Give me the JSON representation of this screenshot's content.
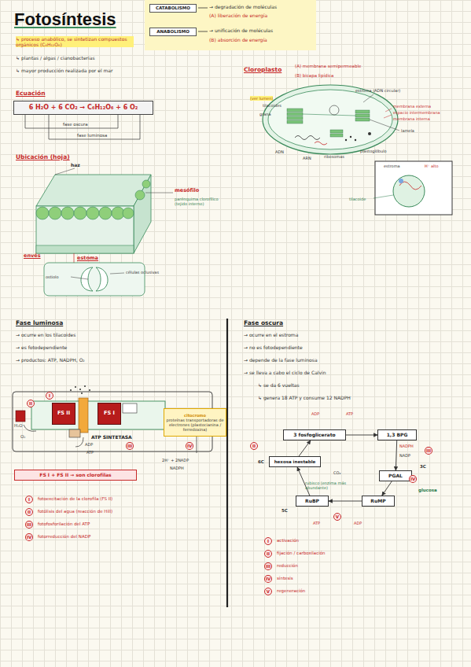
{
  "diagram": {
    "title": "Fotosíntesis",
    "nodes": [
      {
        "text": [
          "CATABOLISMO"
        ]
      },
      {
        "text": [
          "ANABOLISMO"
        ]
      },
      {
        "text": [
          "6 H₂O + 6 CO₂ → C₆H₁₂O₆ + 6 O₂"
        ]
      },
      {
        "text": [
          "FS II"
        ]
      },
      {
        "text": [
          "FS I"
        ]
      },
      {
        "text": [
          "citocromo",
          "proteínas transportadoras de electrones (plastocianina / ferredoxina)"
        ]
      },
      {
        "text": [
          "FS I + FS II → son clorofilas"
        ]
      },
      {
        "text": [
          "3 fosfoglicerato"
        ]
      },
      {
        "text": [
          "1,3 BPG"
        ]
      },
      {
        "text": [
          "PGAL"
        ]
      },
      {
        "text": [
          "RuMP"
        ]
      },
      {
        "text": [
          "RuBP"
        ]
      },
      {
        "text": [
          "hexosa inestable"
        ]
      }
    ],
    "edges": [
      {
        "from": 7,
        "to": 8,
        "arrow": "to"
      },
      {
        "from": 8,
        "to": 9,
        "arrow": "to"
      },
      {
        "from": 9,
        "to": 10,
        "arrow": "to"
      },
      {
        "from": 10,
        "to": 11,
        "arrow": "to"
      },
      {
        "from": 11,
        "to": 12,
        "arrow": "to"
      },
      {
        "from": 12,
        "to": 7,
        "arrow": "to"
      }
    ],
    "labels": [
      "↳ proceso anabólico, se sintetizan compuestos orgánicos (C₆H₁₂O₆)",
      "↳ plantas / algas / cianobacterias",
      "↳ mayor producción realizada por el mar",
      "→ degradación de moléculas",
      "(A) liberación de energía",
      "→ unificación de moléculas",
      "(B) absorción de energía",
      "Ecuación",
      "fase oscura",
      "fase luminosa",
      "Ubicación (hoja)",
      "haz",
      "mesófilo",
      "parénquima clorofílico (tejido interno)",
      "envés",
      "estoma",
      "ostiolo",
      "células oclusivas",
      "Cloroplasto",
      "(A) membrana semipermeable",
      "(B) bicapa lipídica",
      "estroma (ADN circular)",
      "(ver lumen)",
      "tilacoides",
      "grana",
      "membrana externa",
      "espacio intermembrana",
      "membrana interna",
      "lamela",
      "ADN",
      "ARN",
      "ribosomas",
      "plastoglóbulo",
      "estroma",
      "H⁺ alto",
      "tilacoide",
      "Fase luminosa",
      "→ ocurre en los tilacoides",
      "→ es fotodependiente",
      "→ productos: ATP, NADPH, O₂",
      "II",
      "H₂O",
      "O₂",
      "I",
      "ADP",
      "ATP SINTETASA",
      "ATP",
      "III",
      "IV",
      "2H⁺ + 2NADP",
      "NADPH",
      "I",
      "fotoexcitación de la clorofila (FS II)",
      "II",
      "fotólisis del agua (reacción de Hill)",
      "III",
      "fotofosforilación del ATP",
      "IV",
      "fotorreducción del NADP",
      "Fase oscura",
      "→ ocurre en el estroma",
      "→ no es fotodependiente",
      "→ depende de la fase luminosa",
      "→ se lleva a cabo el ciclo de Calvin",
      "↳ se da 6 vueltas",
      "↳ genera 18 ATP y consume 12 NADPH",
      "ATP",
      "ADP",
      "III",
      "NADPH",
      "NADP",
      "II",
      "6C",
      "rubisco (enzima más abundante)",
      "CO₂",
      "5C",
      "3C",
      "glucosa",
      "IV",
      "ATP",
      "ADP",
      "V",
      "I",
      "activación",
      "II",
      "fijación / carboxilación",
      "III",
      "reducción",
      "IV",
      "síntesis",
      "V",
      "regeneración"
    ]
  }
}
